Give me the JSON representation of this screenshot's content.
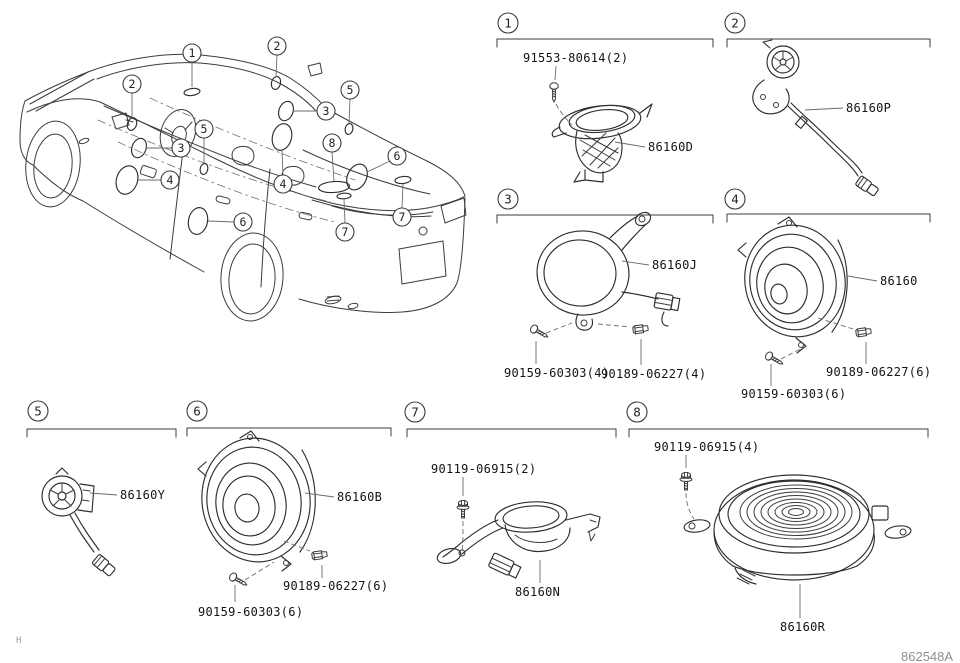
{
  "vehicle": {
    "callouts": [
      "1",
      "2",
      "2",
      "3",
      "3",
      "4",
      "4",
      "5",
      "5",
      "6",
      "6",
      "7",
      "7",
      "8"
    ]
  },
  "sections": [
    {
      "number": "1",
      "fastener": "91553-80614(2)",
      "part": "86160D"
    },
    {
      "number": "2",
      "part": "86160P"
    },
    {
      "number": "3",
      "part": "86160J",
      "screw": "90159-60303(4)",
      "clip": "90189-06227(4)"
    },
    {
      "number": "4",
      "part": "86160",
      "clip": "90189-06227(6)",
      "screw": "90159-60303(6)"
    },
    {
      "number": "5",
      "part": "86160Y"
    },
    {
      "number": "6",
      "part": "86160B",
      "clip": "90189-06227(6)",
      "screw": "90159-60303(6)"
    },
    {
      "number": "7",
      "bolt": "90119-06915(2)",
      "part": "86160N"
    },
    {
      "number": "8",
      "bolt": "90119-06915(4)",
      "part": "86160R"
    }
  ],
  "footer": {
    "left_mark": "H",
    "drawing_code": "862548A"
  }
}
